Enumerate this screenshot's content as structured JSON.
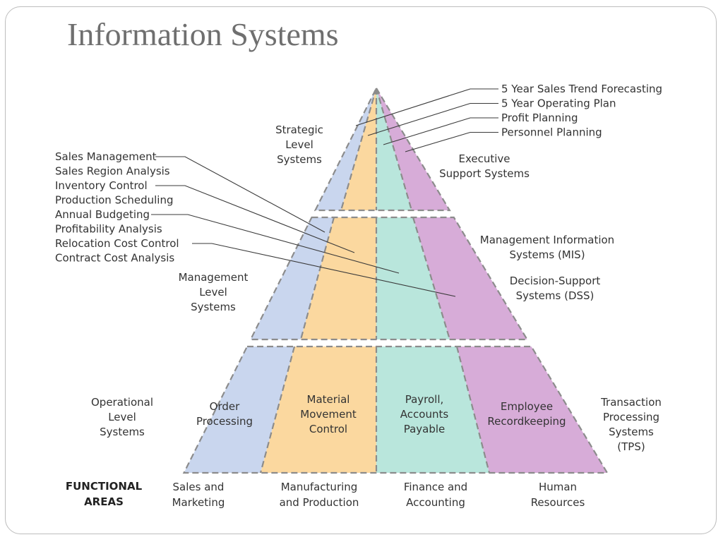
{
  "title": "Information Systems",
  "colors": {
    "sales": "#c9d6ee",
    "manufacturing": "#fbd89f",
    "finance": "#b9e6dc",
    "hr": "#d7acd8",
    "outline": "#8c8c8c",
    "text": "#333333"
  },
  "strategic": {
    "level_label": [
      "Strategic",
      "Level",
      "Systems"
    ],
    "system_label": [
      "Executive",
      "Support Systems"
    ],
    "items": [
      "5 Year Sales Trend Forecasting",
      "5 Year Operating Plan",
      "Profit Planning",
      "Personnel Planning"
    ]
  },
  "management": {
    "level_label": [
      "Management",
      "Level",
      "Systems"
    ],
    "system_labels": [
      [
        "Management Information",
        "Systems (MIS)"
      ],
      [
        "Decision-Support",
        "Systems (DSS)"
      ]
    ],
    "items": [
      "Sales Management",
      "Sales Region Analysis",
      "Inventory Control",
      "Production Scheduling",
      "Annual Budgeting",
      "Profitability Analysis",
      "Relocation Cost Control",
      "Contract Cost Analysis"
    ]
  },
  "operational": {
    "level_label": [
      "Operational",
      "Level",
      "Systems"
    ],
    "system_label": [
      "Transaction",
      "Processing",
      "Systems",
      "(TPS)"
    ],
    "cells": [
      [
        "Order",
        "Processing"
      ],
      [
        "Material",
        "Movement",
        "Control"
      ],
      [
        "Payroll,",
        "Accounts",
        "Payable"
      ],
      [
        "Employee",
        "Recordkeeping"
      ]
    ]
  },
  "functional": {
    "heading": [
      "FUNCTIONAL",
      "AREAS"
    ],
    "areas": [
      [
        "Sales and",
        "Marketing"
      ],
      [
        "Manufacturing",
        "and Production"
      ],
      [
        "Finance and",
        "Accounting"
      ],
      [
        "Human",
        "Resources"
      ]
    ]
  }
}
